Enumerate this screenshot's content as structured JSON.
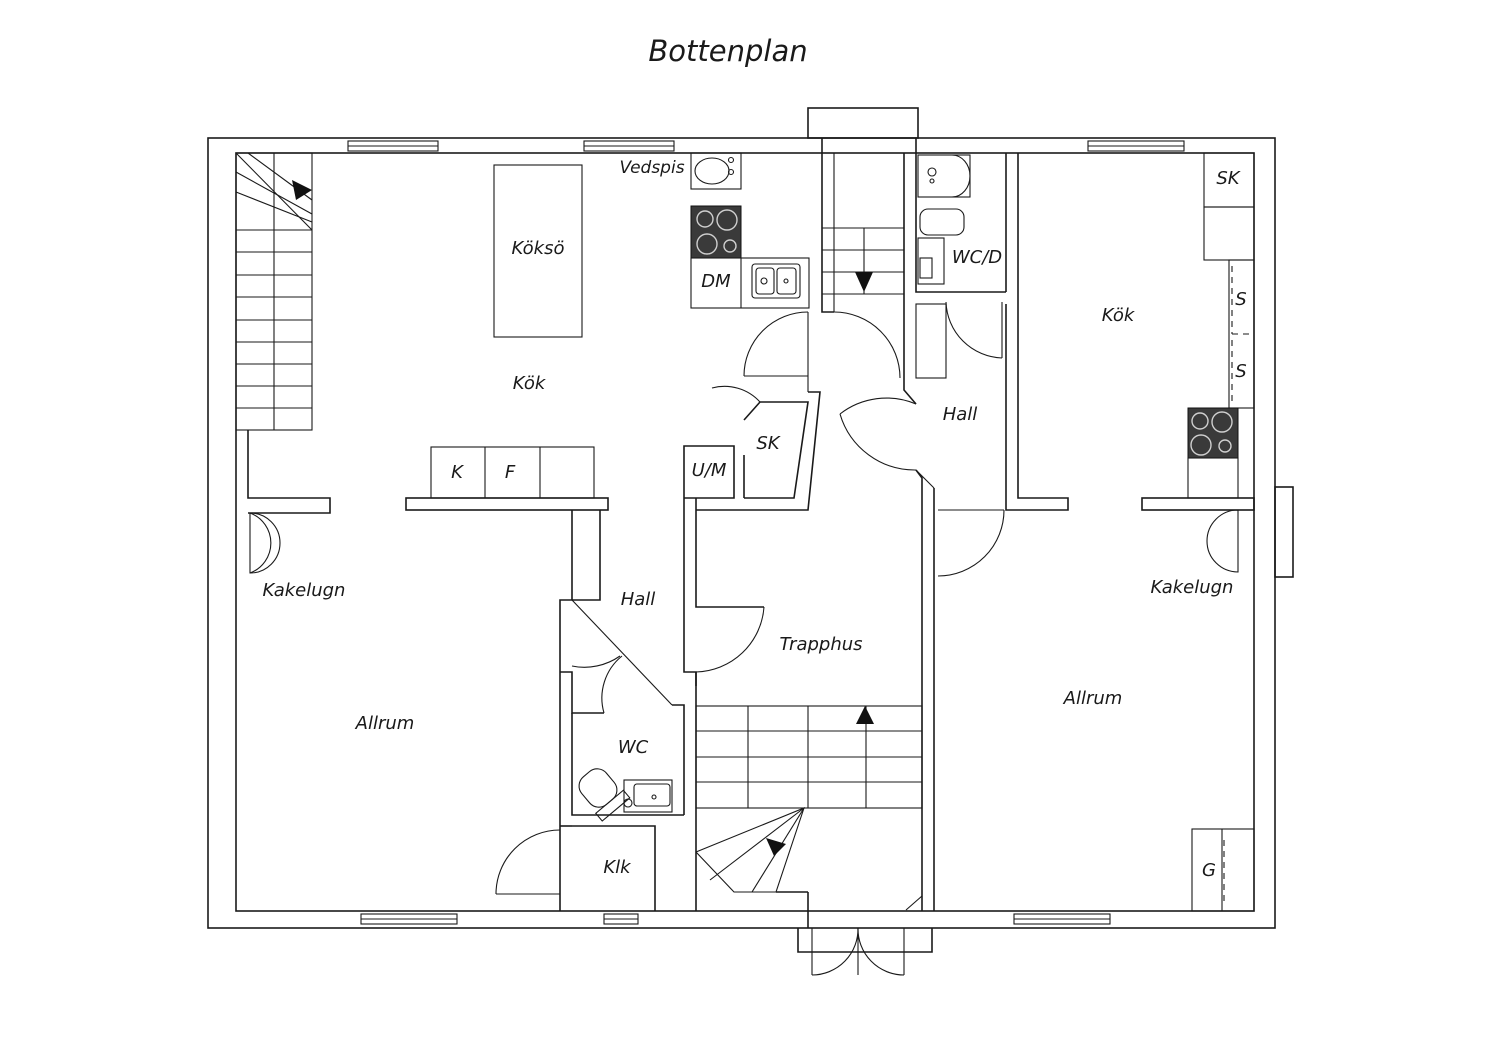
{
  "title": "Bottenplan",
  "rooms": {
    "kok_left": "Kök",
    "kokso": "Köksö",
    "vedspis": "Vedspis",
    "dm": "DM",
    "k": "K",
    "f": "F",
    "um": "U/M",
    "sk_mid": "SK",
    "hall_mid": "Hall",
    "kakelugn_left": "Kakelugn",
    "allrum_left": "Allrum",
    "wc": "WC",
    "klk": "Klk",
    "trapphus": "Trapphus",
    "wcd": "WC/D",
    "hall_right": "Hall",
    "kok_right": "Kök",
    "sk_right": "SK",
    "s1": "S",
    "s2": "S",
    "kakelugn_right": "Kakelugn",
    "allrum_right": "Allrum",
    "g": "G"
  },
  "icons": [
    "stair-arrow-icon",
    "hob-icon",
    "sink-icon",
    "toilet-icon",
    "bathtub-icon"
  ],
  "colors": {
    "line": "#1a1a1a",
    "hob": "#3a3a3a",
    "background": "#ffffff"
  }
}
